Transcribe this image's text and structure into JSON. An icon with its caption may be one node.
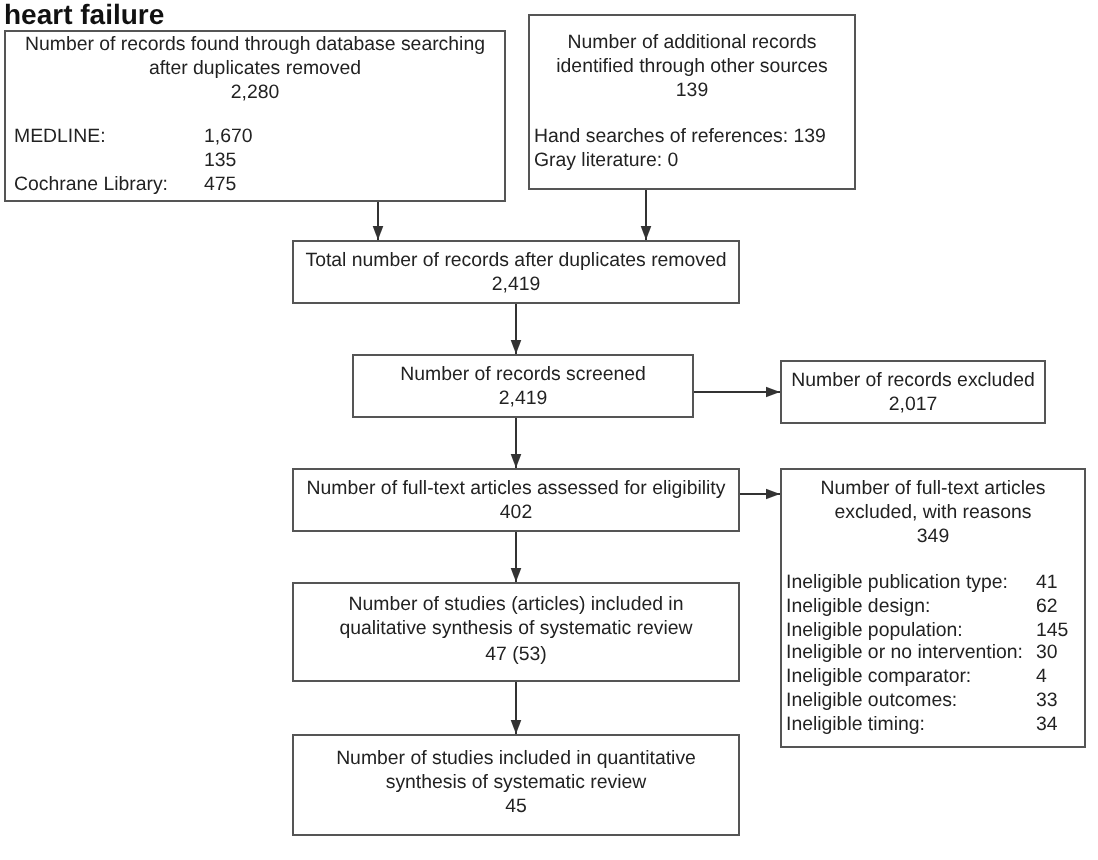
{
  "diagram": {
    "title": "heart failure",
    "nodes": [
      {
        "text": [
          "Number of records found through database searching after duplicates removed",
          "2,280",
          "MEDLINE:",
          "1,670",
          "135",
          "Cochrane Library:",
          "475"
        ]
      },
      {
        "text": [
          "Number of additional records identified through other sources",
          "139",
          "Hand searches of references: 139",
          "Gray literature: 0"
        ]
      },
      {
        "text": [
          "Total number of records after duplicates removed",
          "2,419"
        ]
      },
      {
        "text": [
          "Number of records screened",
          "2,419"
        ]
      },
      {
        "text": [
          "Number of records excluded",
          "2,017"
        ]
      },
      {
        "text": [
          "Number of full-text articles assessed for eligibility",
          "402"
        ]
      },
      {
        "text": [
          "Number of full-text articles excluded, with reasons",
          "349",
          "Ineligible publication type:",
          "41",
          "Ineligible design:",
          "62",
          "Ineligible population:",
          "145",
          "Ineligible or no intervention:",
          "30",
          "Ineligible comparator:",
          "4",
          "Ineligible outcomes:",
          "33",
          "Ineligible timing:",
          "34"
        ]
      },
      {
        "text": [
          "Number of studies (articles) included in qualitative synthesis of systematic review",
          "47 (53)"
        ]
      },
      {
        "text": [
          "Number of studies included in quantitative synthesis of systematic review",
          "45"
        ]
      }
    ],
    "edges": [
      {
        "from": 0,
        "to": 2,
        "arrow": "to"
      },
      {
        "from": 1,
        "to": 2,
        "arrow": "to"
      },
      {
        "from": 2,
        "to": 3,
        "arrow": "to"
      },
      {
        "from": 3,
        "to": 4,
        "arrow": "to"
      },
      {
        "from": 3,
        "to": 5,
        "arrow": "to"
      },
      {
        "from": 5,
        "to": 6,
        "arrow": "to"
      },
      {
        "from": 5,
        "to": 7,
        "arrow": "to"
      },
      {
        "from": 7,
        "to": 8,
        "arrow": "to"
      }
    ]
  }
}
